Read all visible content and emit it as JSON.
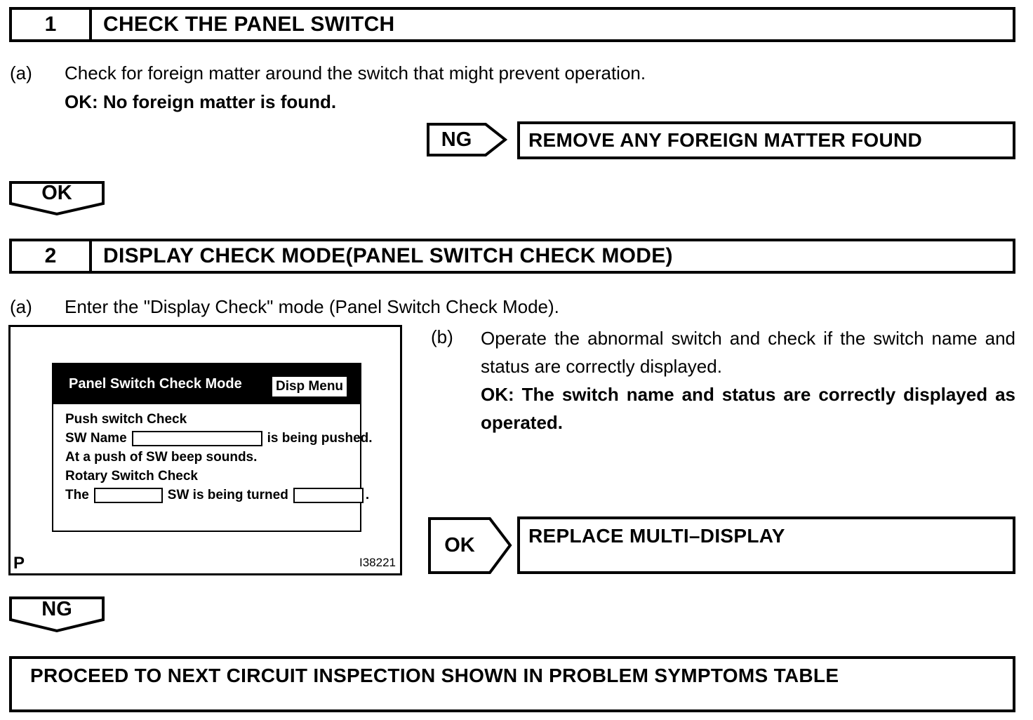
{
  "colors": {
    "ink": "#000000",
    "paper": "#ffffff",
    "screen_header_bg": "#000000",
    "screen_header_fg": "#ffffff"
  },
  "step1": {
    "number": "1",
    "title": "CHECK THE PANEL SWITCH",
    "item_a_label": "(a)",
    "item_a_text": "Check for foreign matter around the switch that might prevent operation.",
    "item_a_ok": "OK: No foreign matter is found."
  },
  "flow1": {
    "ng_label": "NG",
    "ng_action": "REMOVE ANY FOREIGN MATTER FOUND",
    "ok_label": "OK"
  },
  "step2": {
    "number": "2",
    "title": "DISPLAY CHECK MODE(PANEL SWITCH CHECK MODE)",
    "item_a_label": "(a)",
    "item_a_text": "Enter the \"Display Check\" mode (Panel Switch Check Mode).",
    "item_b_label": "(b)",
    "item_b_text": "Operate the abnormal switch and check if the switch name and status are correctly displayed.",
    "item_b_ok": "OK: The switch name and status are correctly displayed as operated."
  },
  "figure": {
    "screen_title": "Panel Switch Check Mode",
    "menu_button": "Disp Menu",
    "line_push": "Push switch Check",
    "line_swname_prefix": "SW Name",
    "line_swname_suffix": "is being pushed.",
    "line_beep": "At a push of SW beep sounds.",
    "line_rotary": "Rotary Switch Check",
    "line_turn_prefix": "The",
    "line_turn_mid": "SW is being turned",
    "line_turn_suffix": ".",
    "page_marker": "P",
    "figure_id": "I38221"
  },
  "flow2": {
    "ok_label": "OK",
    "ok_action": "REPLACE MULTI–DISPLAY",
    "ng_label": "NG"
  },
  "final_box": {
    "text": "PROCEED TO NEXT CIRCUIT INSPECTION SHOWN IN PROBLEM SYMPTOMS TABLE"
  }
}
